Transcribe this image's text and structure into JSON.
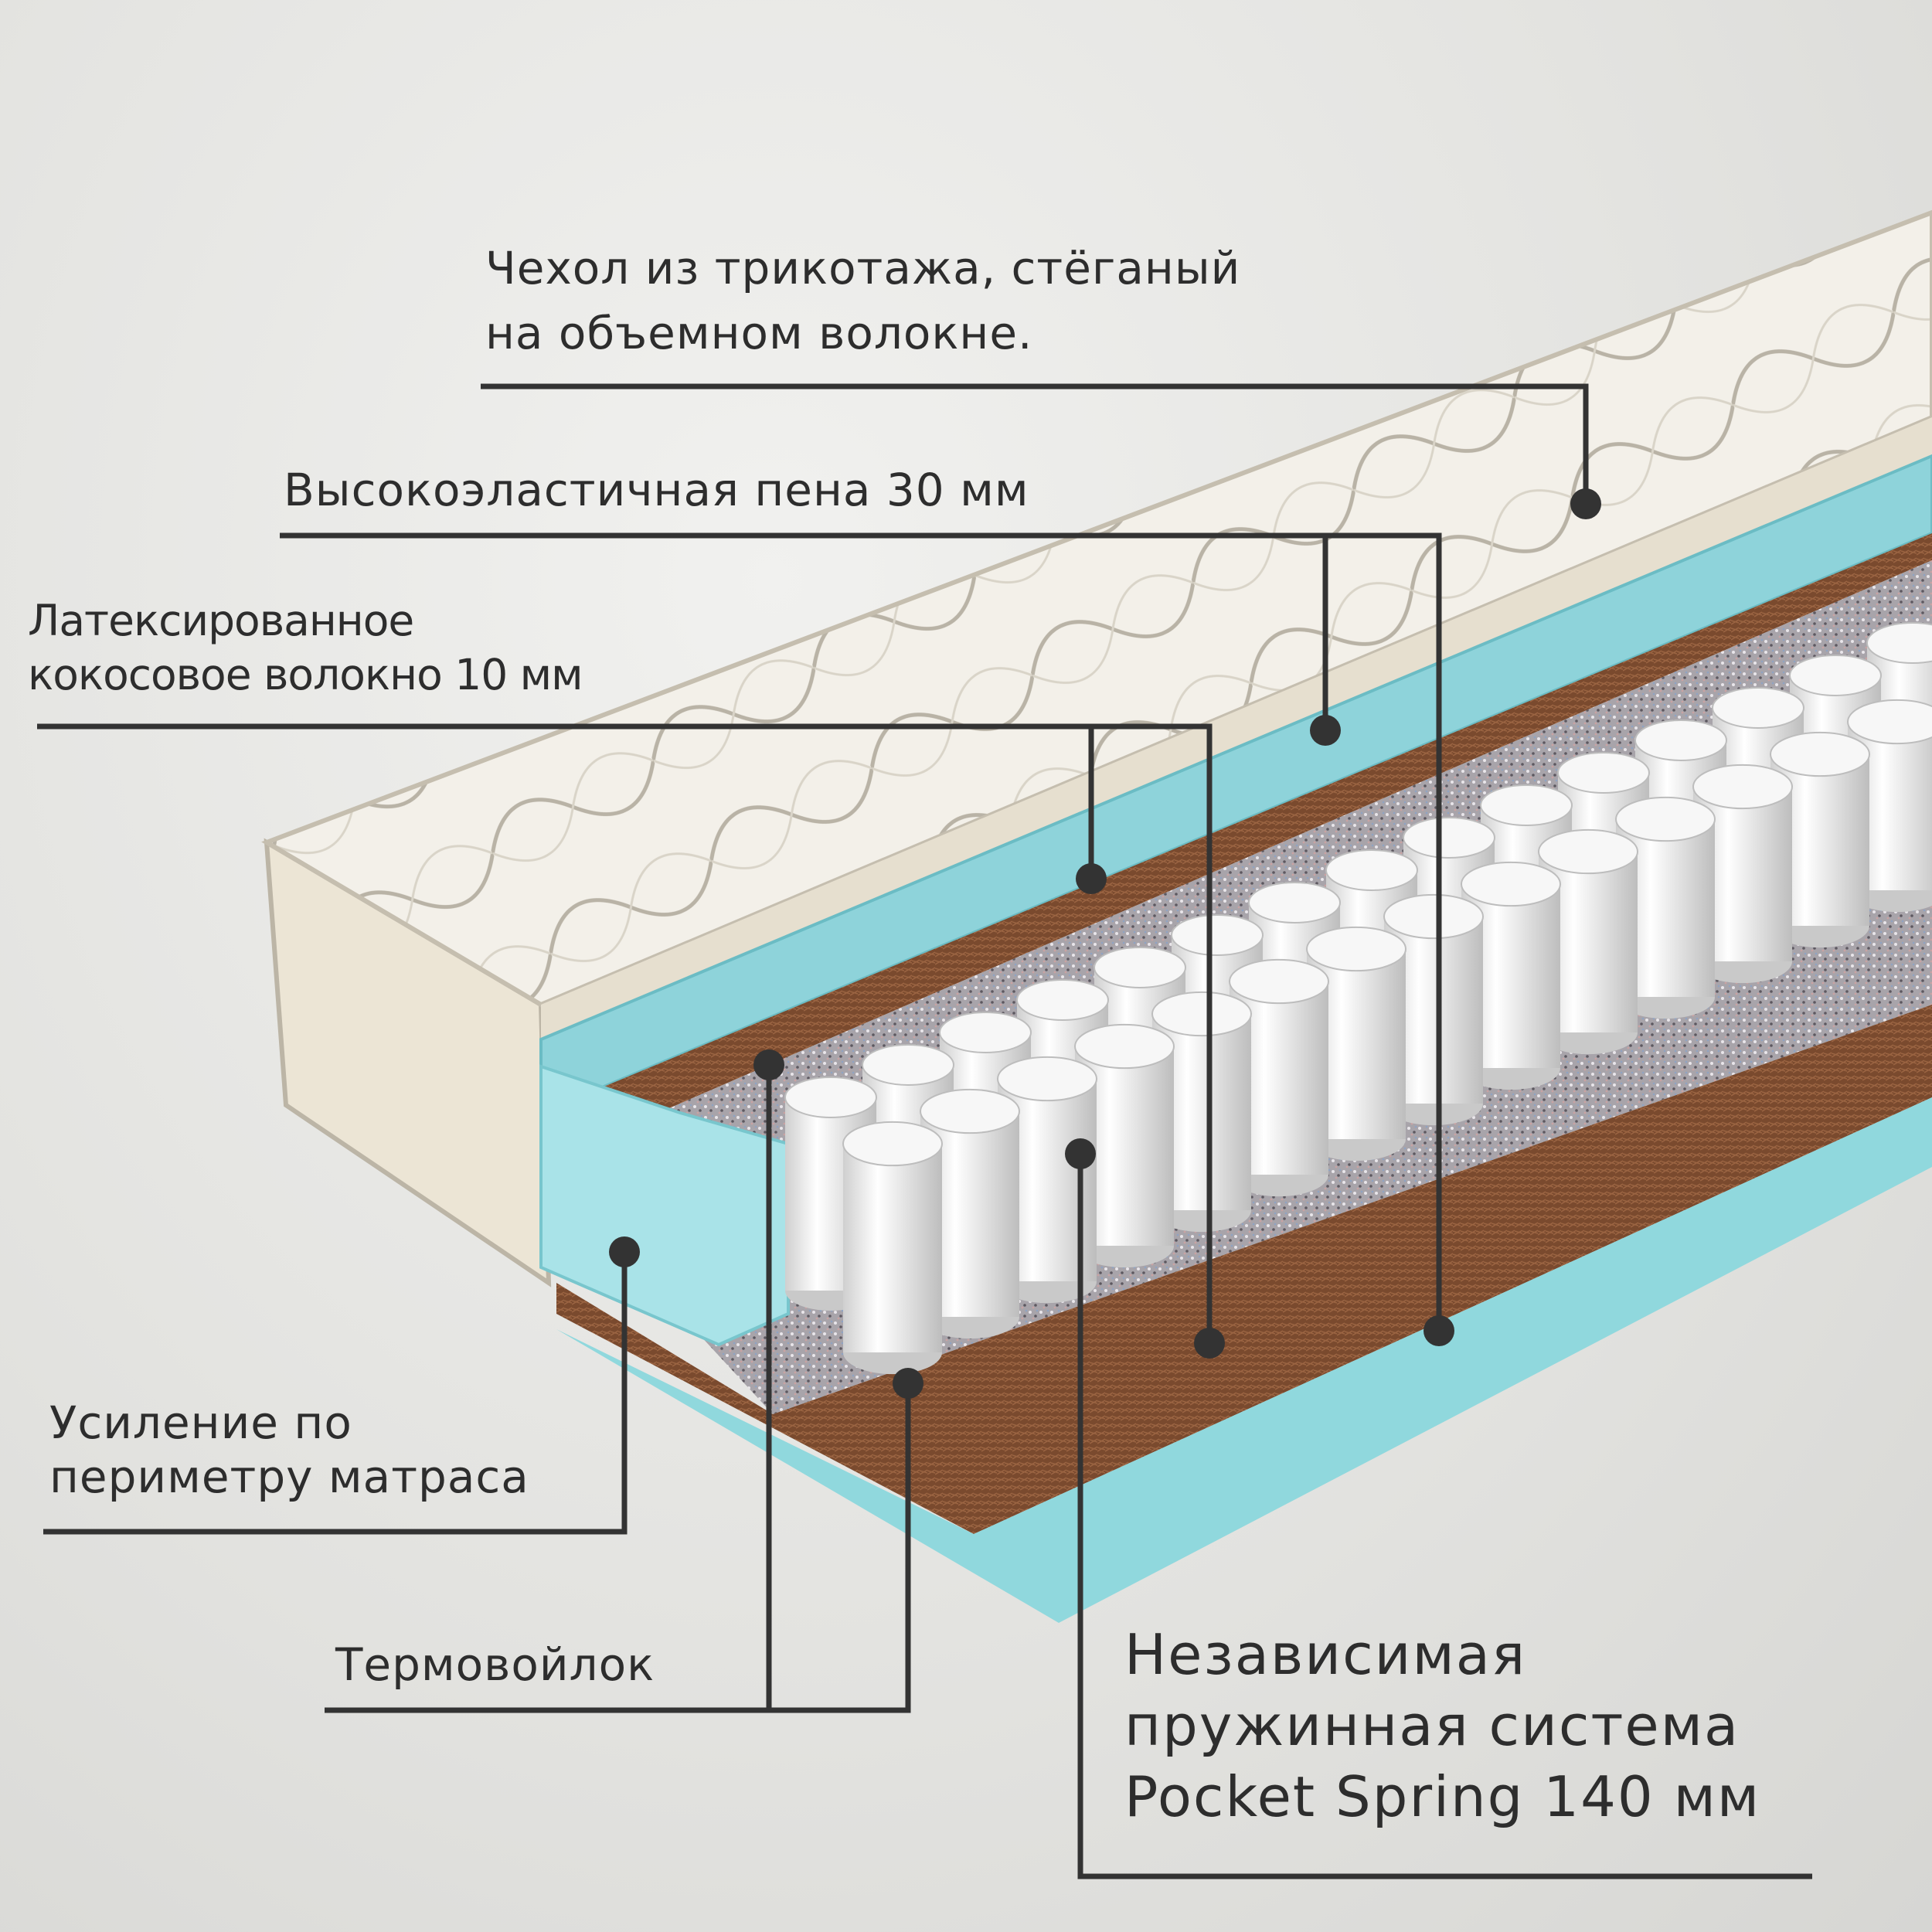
{
  "title": "",
  "layers": {
    "cover": {
      "lines": [
        "Чехол из трикотажа, стёганый",
        "на объемном волокне."
      ]
    },
    "foam": {
      "lines": [
        "Высокоэластичная пена 30 мм"
      ]
    },
    "coconut": {
      "lines": [
        "Латексированное",
        "кокосовое волокно 10 мм"
      ]
    },
    "perimeter": {
      "lines": [
        "Усиление по",
        "периметру матраса"
      ]
    },
    "felt": {
      "lines": [
        "Термовойлок"
      ]
    },
    "springs": {
      "lines": [
        "Независимая",
        "пружинная система",
        "Pocket Spring 140 мм"
      ]
    }
  },
  "colors": {
    "leader": "#333333",
    "text": "#2d2d2d",
    "foam": "#8ed3da",
    "coconut": "#7a4a2e",
    "cover": "#f2efe8",
    "spring": "#f4f4f4"
  }
}
